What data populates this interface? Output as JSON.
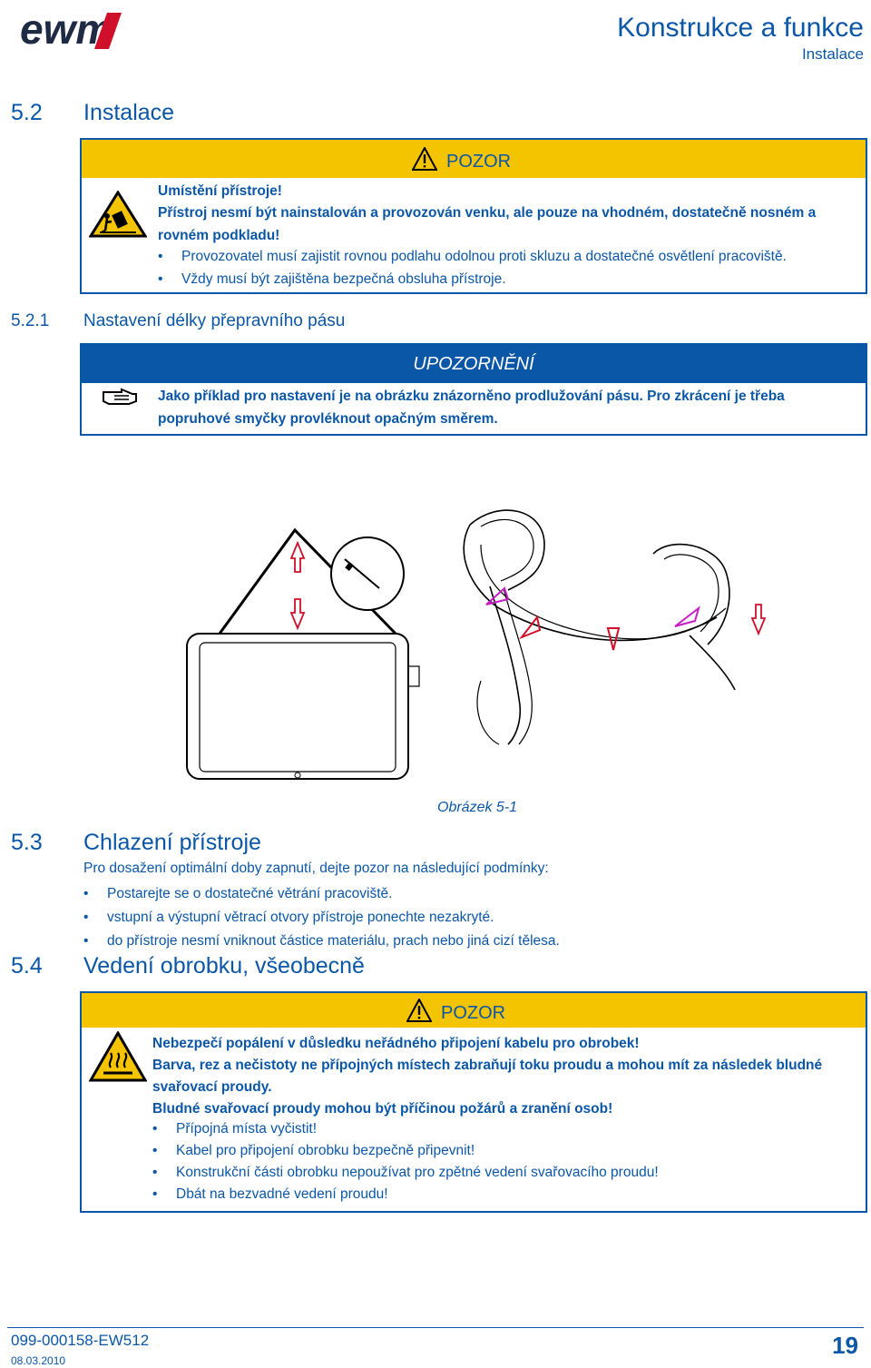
{
  "header": {
    "logo_text": "ewm",
    "title": "Konstrukce a funkce",
    "subtitle": "Instalace"
  },
  "sec52": {
    "num": "5.2",
    "title": "Instalace",
    "warning": {
      "title": "POZOR",
      "lead": "Umístění přístroje!",
      "text": "Přístroj nesmí být nainstalován a provozován venku, ale pouze na vhodném, dostatečně nosném a rovném podkladu!",
      "bullets": [
        "Provozovatel musí zajistit rovnou podlahu odolnou proti skluzu a dostatečné osvětlení pracoviště.",
        "Vždy musí být zajištěna bezpečná obsluha přístroje."
      ]
    }
  },
  "sec521": {
    "num": "5.2.1",
    "title": "Nastavení délky přepravního pásu",
    "note": {
      "title": "UPOZORNĚNÍ",
      "text": "Jako příklad pro nastavení je na obrázku znázorněno prodlužování pásu. Pro zkrácení je třeba popruhové smyčky provléknout opačným směrem."
    },
    "figure_caption": "Obrázek 5-1"
  },
  "sec53": {
    "num": "5.3",
    "title": "Chlazení přístroje",
    "intro": "Pro dosažení optimální doby zapnutí, dejte pozor na následující podmínky:",
    "bullets": [
      "Postarejte se o dostatečné větrání pracoviště.",
      "vstupní a výstupní větrací otvory přístroje ponechte nezakryté.",
      "do přístroje nesmí vniknout částice materiálu, prach nebo jiná cizí tělesa."
    ]
  },
  "sec54": {
    "num": "5.4",
    "title": "Vedení obrobku, všeobecně",
    "warning": {
      "title": "POZOR",
      "line1": "Nebezpečí popálení v důsledku neřádného připojení kabelu pro obrobek!",
      "line2": "Barva, rez a nečistoty ne přípojných místech zabraňují toku proudu a mohou mít za následek bludné svařovací proudy.",
      "line3": "Bludné svařovací proudy mohou být příčinou požárů a zranění osob!",
      "bullets": [
        "Přípojná místa vyčistit!",
        "Kabel pro připojení obrobku bezpečně připevnit!",
        "Konstrukční části obrobku nepoužívat pro zpětné vedení svařovacího proudu!",
        "Dbát na bezvadné vedení proudu!"
      ]
    }
  },
  "footer": {
    "doc_number": "099-000158-EW512",
    "date": "08.03.2010",
    "page": "19"
  },
  "colors": {
    "brand_blue": "#0b57a7",
    "warning_yellow": "#f5c400",
    "logo_red": "#d0102b"
  }
}
